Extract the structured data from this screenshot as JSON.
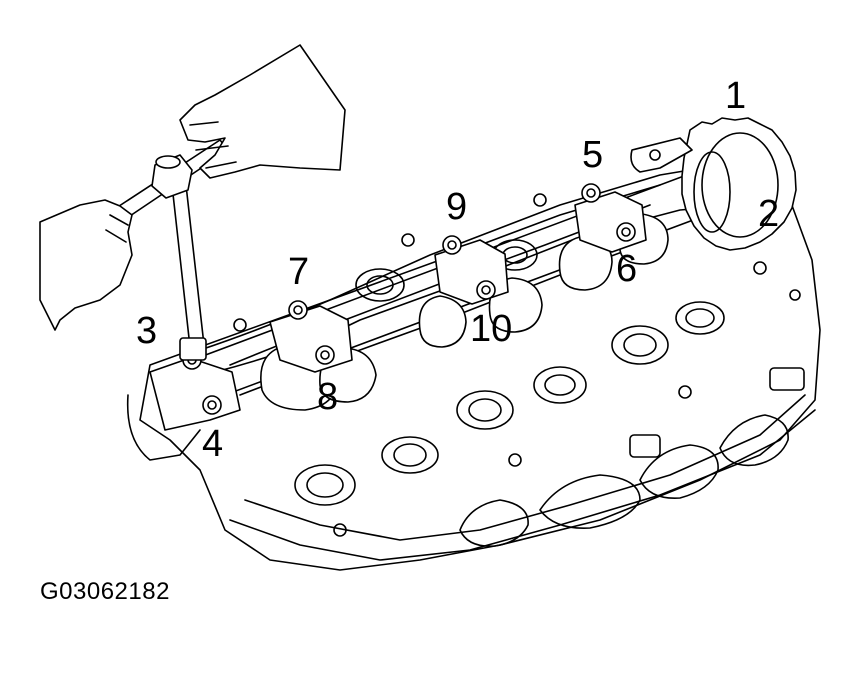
{
  "callouts": {
    "c1": "1",
    "c2": "2",
    "c3": "3",
    "c4": "4",
    "c5": "5",
    "c6": "6",
    "c7": "7",
    "c8": "8",
    "c9": "9",
    "c10": "10"
  },
  "figure_code": "G03062182"
}
